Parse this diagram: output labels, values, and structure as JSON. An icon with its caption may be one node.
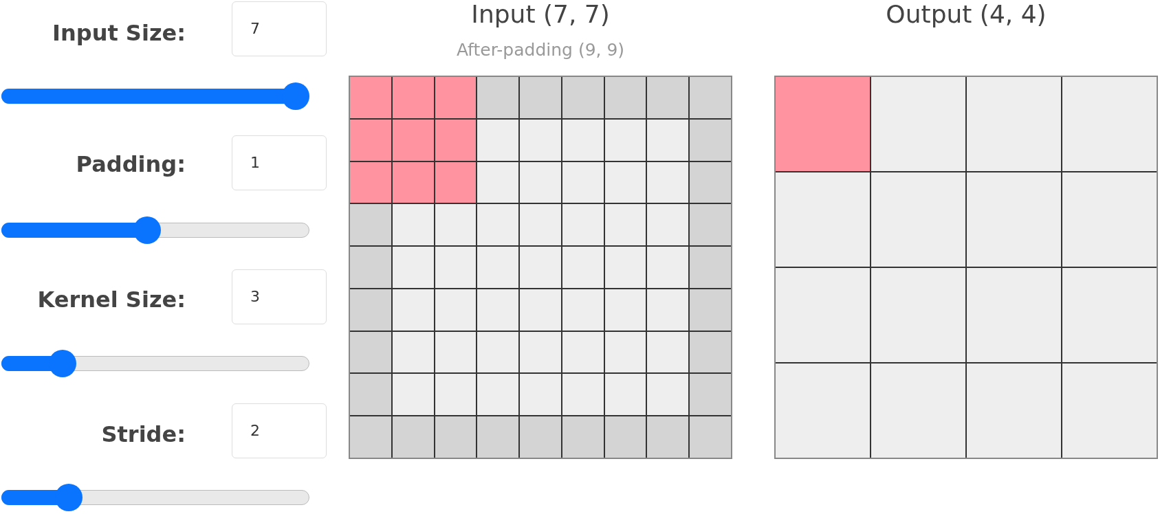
{
  "diagram": {
    "labels": [
      "Input Size:",
      "7",
      "Padding:",
      "1",
      "Kernel Size:",
      "3",
      "Stride:",
      "2",
      "Input (7, 7)",
      "After-padding (9, 9)",
      "Output (4, 4)"
    ]
  }
}
